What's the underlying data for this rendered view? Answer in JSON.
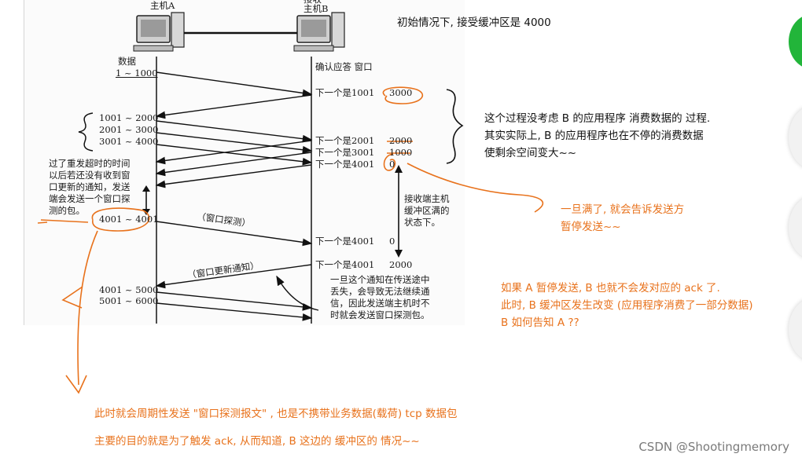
{
  "hosts": {
    "a": "主机A",
    "b": "主机B",
    "b_top": "接收"
  },
  "labels": {
    "data": "数据",
    "ack_window": "确认应答 窗口",
    "seg1": "1 ~ 1000",
    "seg2": "1001 ~ 2000",
    "seg3": "2001 ~ 3000",
    "seg4": "3001 ~ 4000",
    "seg5": "4001 ~ 4001",
    "seg6": "4001 ~ 5000",
    "seg7": "5001 ~ 6000",
    "ack1": "下一个是1001",
    "win1": "3000",
    "ack2": "下一个是2001",
    "win2": "2000",
    "ack3": "下一个是3001",
    "win3": "1000",
    "ack4": "下一个是4001",
    "win4": "0",
    "ack5": "下一个是4001",
    "win5": "0",
    "ack6": "下一个是4001",
    "win6": "2000",
    "probe": "（窗口探测）",
    "update": "（窗口更新通知）",
    "timeout_note": [
      "过了重发超时的时间",
      "以后若还没有收到窗",
      "口更新的通知，发送",
      "端会发送一个窗口探",
      "测的包。"
    ],
    "buffer_full": [
      "接收端主机",
      "缓冲区满的",
      "状态下。"
    ],
    "lost_note": [
      "一旦这个通知在传送途中",
      "丢失，会导致无法继续通",
      "信，因此发送端主机时不",
      "时就会发送窗口探测包。"
    ]
  },
  "notes": {
    "initial": "初始情况下, 接受缓冲区是 4000",
    "consume": [
      "这个过程没考虑 B 的应用程序 消费数据的 过程.",
      "其实实际上, B 的应用程序也在不停的消费数据",
      "使剩余空间变大~~"
    ]
  },
  "annotations": {
    "full": [
      "一旦满了, 就会告诉发送方",
      "暂停发送~~"
    ],
    "question": [
      "如果 A 暂停发送, B 也就不会发对应的 ack 了.",
      "此时, B 缓冲区发生改变 (应用程序消费了一部分数据)",
      "B 如何告知 A ??"
    ],
    "periodic": "此时就会周期性发送 \"窗口探测报文\" , 也是不携带业务数据(载荷) tcp 数据包",
    "purpose": "主要的目的就是为了触发 ack, 从而知道, B 这边的 缓冲区的 情况~~"
  },
  "watermark": "CSDN @Shootingmemory",
  "colors": {
    "annotation": "#e8721c",
    "accent_green": "#22b53a"
  }
}
